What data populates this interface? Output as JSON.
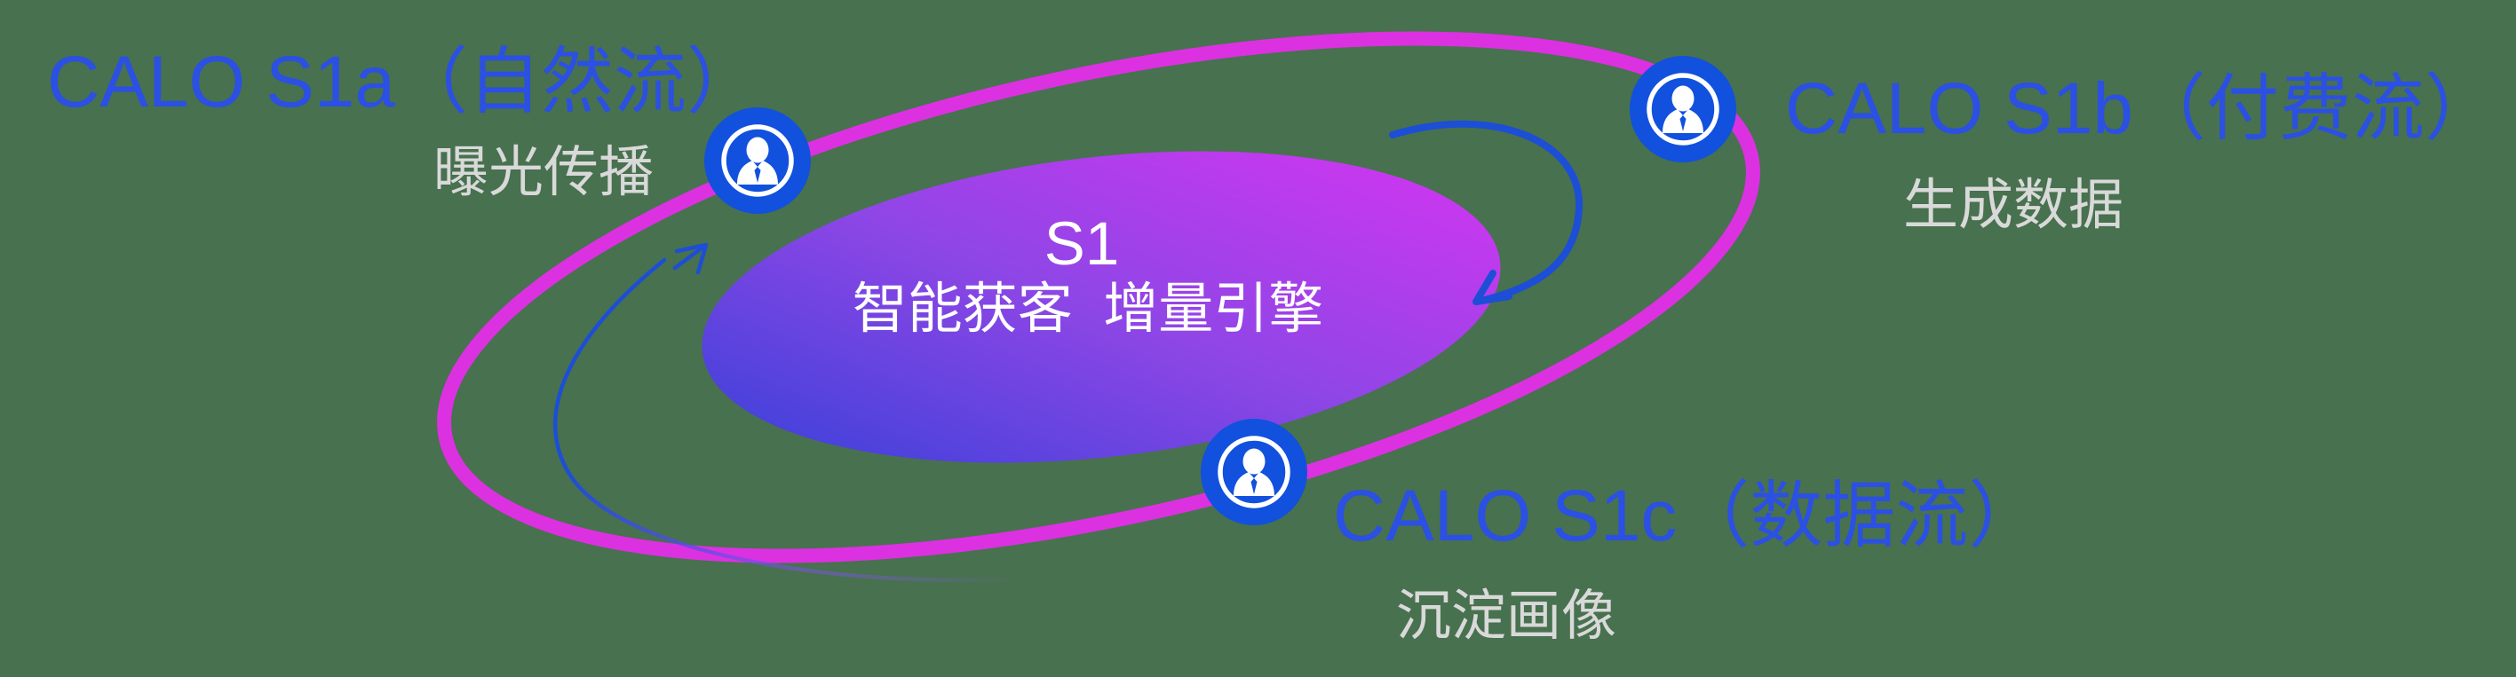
{
  "background_color": "#48714F",
  "colors": {
    "title_blue": "#2B50E3",
    "subtitle_gray": "#D9D9D9",
    "orbit_magenta": "#DC31E1",
    "node_blue": "#1151DD",
    "arrow_blue": "#1C4ED6",
    "blob_gradient_start": "#3B41D9",
    "blob_gradient_end": "#D335F1"
  },
  "center": {
    "label": "S1",
    "tagline": "智能获客  增量引擎"
  },
  "nodes": [
    {
      "id": "s1a",
      "title": "CALO S1a（自然流）",
      "subtitle": "曝光传播"
    },
    {
      "id": "s1b",
      "title": "CALO S1b（付费流）",
      "subtitle": "生成数据"
    },
    {
      "id": "s1c",
      "title": "CALO S1c（数据流）",
      "subtitle": "沉淀画像"
    }
  ]
}
